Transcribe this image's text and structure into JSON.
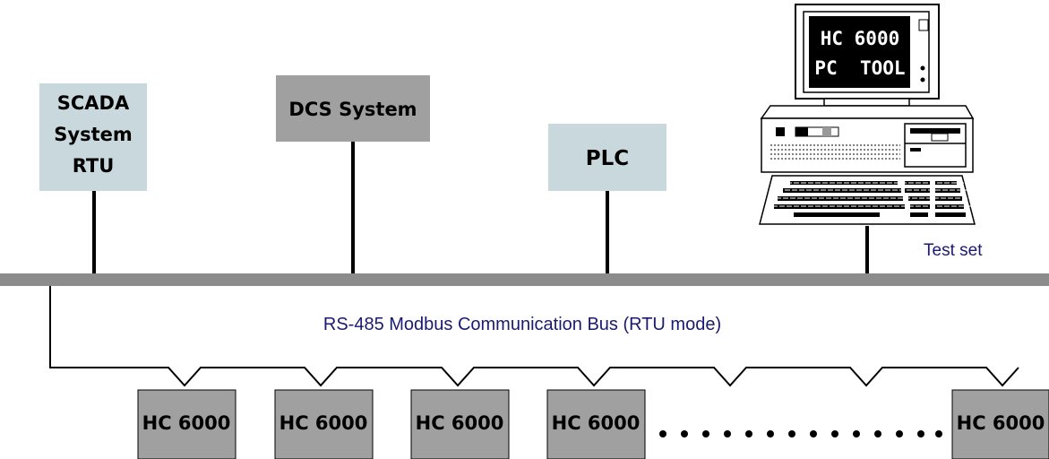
{
  "systems": {
    "scada": {
      "lines": [
        "SCADA",
        "System",
        "RTU"
      ]
    },
    "dcs": {
      "label": "DCS System"
    },
    "plc": {
      "label": "PLC"
    }
  },
  "pc_tool": {
    "screen_lines": [
      "HC 6000",
      "PC  TOOL"
    ],
    "caption": "Test set"
  },
  "bus": {
    "label": "RS-485 Modbus Communication Bus (RTU mode)"
  },
  "devices": [
    {
      "label": "HC 6000"
    },
    {
      "label": "HC 6000"
    },
    {
      "label": "HC 6000"
    },
    {
      "label": "HC 6000"
    },
    {
      "label": "HC 6000"
    }
  ],
  "colors": {
    "light_box": "#c8d8dc",
    "dark_box": "#a0a0a0",
    "bus": "#8c8c8c",
    "label_blue": "#1a1a70"
  }
}
